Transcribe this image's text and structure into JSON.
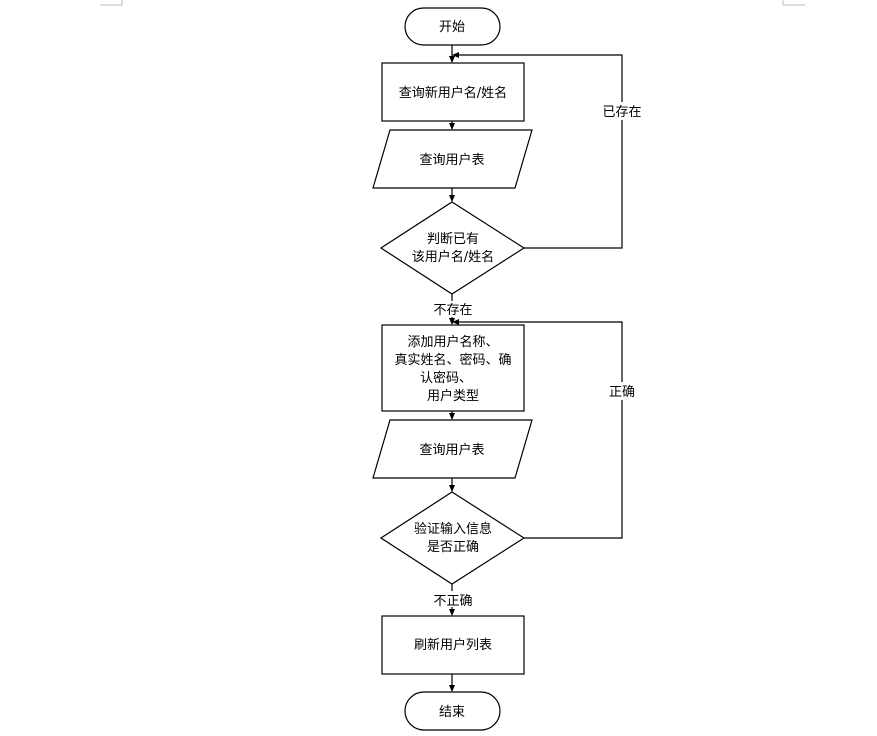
{
  "flowchart": {
    "start": "开始",
    "query_new_name": "查询新用户名/姓名",
    "query_table_1": "查询用户表",
    "decision_exists": [
      "判断已有",
      "该用户名/姓名"
    ],
    "label_exists": "已存在",
    "label_not_exists": "不存在",
    "add_info": [
      "添加用户名称、",
      "真实姓名、密码、确",
      "认密码、",
      "用户类型"
    ],
    "query_table_2": "查询用户表",
    "decision_valid": [
      "验证输入信息",
      "是否正确"
    ],
    "label_correct": "正确",
    "label_incorrect": "不正确",
    "refresh_list": "刷新用户列表",
    "end": "结束"
  }
}
